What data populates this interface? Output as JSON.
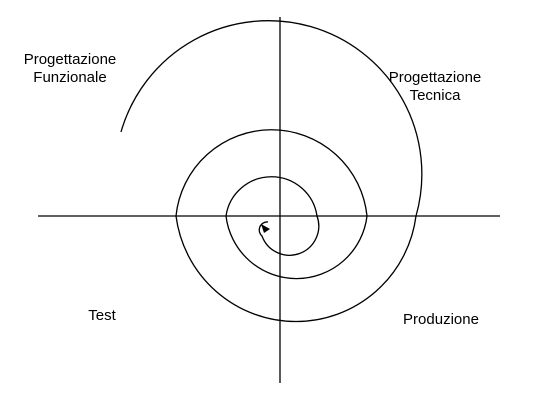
{
  "quadrants": {
    "top_left": [
      "Progettazione",
      "Funzionale"
    ],
    "top_right": [
      "Progettazione",
      "Tecnica"
    ],
    "bottom_left": [
      "Test"
    ],
    "bottom_right": [
      "Produzione"
    ]
  },
  "colors": {
    "line": "#000000",
    "background": "#ffffff"
  }
}
